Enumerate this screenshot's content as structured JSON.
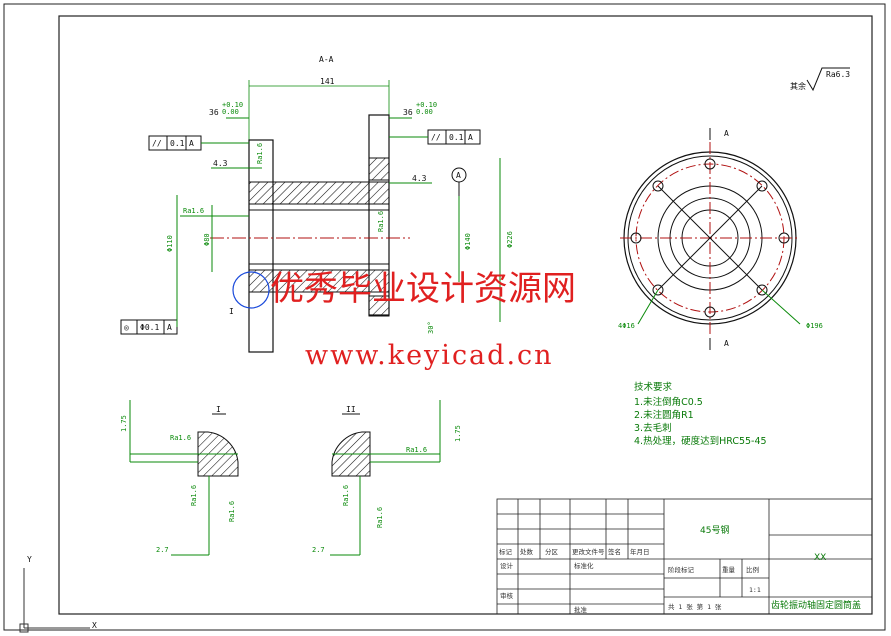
{
  "section_label": "A-A",
  "dims": {
    "overall_width": "141",
    "left_fit": "36",
    "left_fit_tol": "+0.10\n0.00",
    "right_fit": "36",
    "right_fit_tol": "+0.10\n0.00",
    "chamfer_left": "4.3",
    "chamfer_right": "4.3",
    "bore_dia": "Φ80",
    "outer_dia": "Φ226",
    "flange_dia": "Φ140",
    "inner_dia": "Φ110",
    "ra_left": "Ra1.6",
    "ra_right": "Ra1.6",
    "ra_top": "Ra1.6",
    "small_angle": "30°",
    "hole_dia": "4Φ16",
    "pcd_dia": "Φ196",
    "detail_left_h": "1.75",
    "detail_right_h": "1.75",
    "detail_bottom_left": "2.7",
    "detail_bottom_right": "2.7",
    "detail_ra_1": "Ra1.6",
    "detail_ra_2": "Ra1.6",
    "detail_ra_3": "Ra1.6",
    "detail_ra_4": "Ra1.6",
    "detail_ra_5": "Ra1.6",
    "detail_ra_6": "Ra1.6"
  },
  "tolerances": {
    "parallel_left": [
      "//",
      "0.1",
      "A"
    ],
    "parallel_right": [
      "//",
      "0.1",
      "A"
    ],
    "coaxial": [
      "◎",
      "Φ0.1",
      "A"
    ],
    "datum": "A"
  },
  "surface_finish": {
    "label": "其余",
    "value": "Ra6.3"
  },
  "view_markers": {
    "top": "A",
    "bottom": "A",
    "detail_left": "I",
    "detail_right": "II",
    "circle_mark": "I"
  },
  "tech_notes": {
    "title": "技术要求",
    "items": [
      "1.未注倒角C0.5",
      "2.未注圆角R1",
      "3.去毛刺",
      "4.热处理，硬度达到HRC55-45"
    ]
  },
  "watermark": {
    "line1": "优秀毕业设计资源网",
    "line2": "www.keyicad.cn"
  },
  "title_block": {
    "material": "45号钢",
    "part_name": "齿轮振动轴固定圆筒盖",
    "company": "XX",
    "headers": [
      "标记",
      "处数",
      "分区",
      "更改文件号",
      "签名",
      "年月日"
    ],
    "design": "设计",
    "standard": "标准化",
    "review": "审核",
    "approve": "批准",
    "stage": "阶段标记",
    "weight": "重量",
    "scale": "比例",
    "scale_value": "1:1",
    "sheet": "共 1 张  第 1 张"
  },
  "ucs": {
    "y": "Y",
    "x": "X"
  }
}
